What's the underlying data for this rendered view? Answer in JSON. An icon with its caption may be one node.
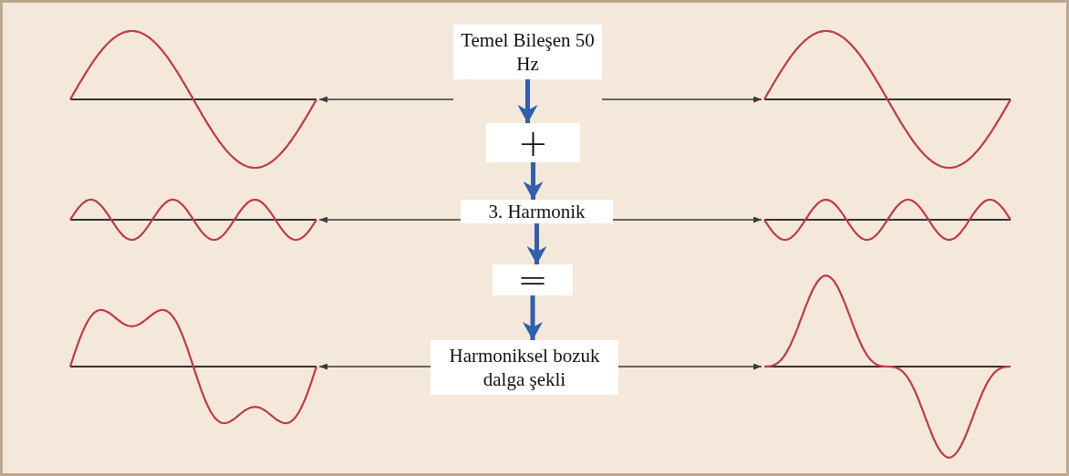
{
  "diagram": {
    "nodes": [
      {
        "text": [],
        "shape": "picture"
      },
      {
        "text": [
          "Temel Bileşen 50 Hz"
        ]
      },
      {
        "text": [],
        "shape": "picture"
      },
      {
        "text": [
          "+"
        ]
      },
      {
        "text": [],
        "shape": "picture"
      },
      {
        "text": [
          "3. Harmonik"
        ]
      },
      {
        "text": [],
        "shape": "picture"
      },
      {
        "text": [
          "="
        ]
      },
      {
        "text": [],
        "shape": "picture"
      },
      {
        "text": [
          "Harmoniksel bozuk dalga şekli"
        ]
      },
      {
        "text": [],
        "shape": "picture"
      }
    ],
    "edges": [
      {
        "from": 1,
        "to": 0,
        "arrow": "to"
      },
      {
        "from": 1,
        "to": 2,
        "arrow": "to"
      },
      {
        "from": 1,
        "to": 3,
        "arrow": "to",
        "style": "thick",
        "color": "#2f5fae"
      },
      {
        "from": 3,
        "to": 5,
        "arrow": "to",
        "style": "thick",
        "color": "#2f5fae"
      },
      {
        "from": 5,
        "to": 4,
        "arrow": "to"
      },
      {
        "from": 5,
        "to": 6,
        "arrow": "to"
      },
      {
        "from": 5,
        "to": 7,
        "arrow": "to",
        "style": "thick",
        "color": "#2f5fae"
      },
      {
        "from": 7,
        "to": 9,
        "arrow": "to",
        "style": "thick",
        "color": "#2f5fae"
      },
      {
        "from": 9,
        "to": 8,
        "arrow": "to"
      },
      {
        "from": 9,
        "to": 10,
        "arrow": "to"
      }
    ]
  }
}
